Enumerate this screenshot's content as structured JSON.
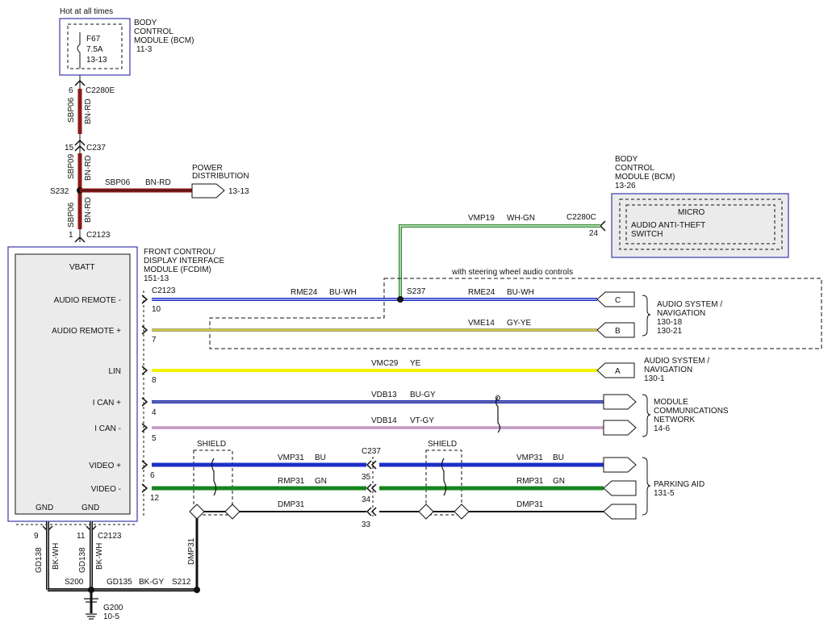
{
  "bcm_top": {
    "note": "Hot at all times",
    "fuse": {
      "name": "F67",
      "rating": "7.5A",
      "ref": "13-13"
    },
    "title": [
      "BODY",
      "CONTROL",
      "MODULE (BCM)",
      "11-3"
    ],
    "connector": "C2280E",
    "pin": "6"
  },
  "feed_wires": [
    {
      "code": "SBP06",
      "color": "BN-RD"
    },
    {
      "code": "SBP09",
      "color": "BN-RD"
    },
    {
      "code": "SBP06",
      "color": "BN-RD"
    }
  ],
  "c237_upper": {
    "name": "C237",
    "pin": "15"
  },
  "splice_s232": "S232",
  "power_branch": {
    "code": "SBP06",
    "color": "BN-RD",
    "dest": [
      "POWER",
      "DISTRIBUTION"
    ],
    "ref": "13-13"
  },
  "c2123_top": {
    "name": "C2123",
    "pin": "1"
  },
  "bcm_right": {
    "title": [
      "BODY",
      "CONTROL",
      "MODULE (BCM)",
      "13-26"
    ],
    "micro": "MICRO",
    "switch": [
      "AUDIO ANTI-THEFT",
      "SWITCH"
    ],
    "connector": "C2280C",
    "pin": "24",
    "wire_code": "VMP19",
    "wire_color": "WH-GN"
  },
  "fcdim": {
    "title": [
      "FRONT CONTROL/",
      "DISPLAY INTERFACE",
      "MODULE (FCDIM)",
      "151-13"
    ],
    "vbatt": "VBATT",
    "pins": [
      "AUDIO REMOTE -",
      "AUDIO REMOTE +",
      "LIN",
      "I CAN +",
      "I CAN -",
      "VIDEO +",
      "VIDEO -"
    ],
    "gnd": [
      "GND",
      "GND"
    ]
  },
  "steering_note": "with steering wheel audio controls",
  "c2123_right": "C2123",
  "splice_s237": "S237",
  "signal_wires": [
    {
      "pin": "10",
      "code": "RME24",
      "color": "BU-WH",
      "code2": "RME24",
      "color2": "BU-WH",
      "dest": "C"
    },
    {
      "pin": "7",
      "code": "VME14",
      "color": "GY-YE",
      "dest": "B"
    },
    {
      "pin": "8",
      "code": "VMC29",
      "color": "YE",
      "dest": "A"
    },
    {
      "pin": "4",
      "code": "VDB13",
      "color": "BU-GY"
    },
    {
      "pin": "5",
      "code": "VDB14",
      "color": "VT-GY"
    }
  ],
  "audio_nav_1": [
    "AUDIO SYSTEM /",
    "NAVIGATION",
    "130-18",
    "130-21"
  ],
  "audio_nav_2": [
    "AUDIO SYSTEM /",
    "NAVIGATION",
    "130-1"
  ],
  "module_comm": [
    "MODULE",
    "COMMUNICATIONS",
    "NETWORK",
    "14-6"
  ],
  "shield_label": "SHIELD",
  "c237_lower": "C237",
  "video_wires": [
    {
      "pin": "6",
      "code": "VMP31",
      "color": "BU",
      "pin2": "35",
      "code2": "VMP31",
      "color2": "BU"
    },
    {
      "pin": "12",
      "code": "RMP31",
      "color": "GN",
      "pin2": "34",
      "code2": "RMP31",
      "color2": "GN"
    },
    {
      "code": "DMP31",
      "pin2": "33",
      "code2": "DMP31"
    }
  ],
  "parking_aid": [
    "PARKING AID",
    "131-5"
  ],
  "ground": {
    "pins": [
      "9",
      "11"
    ],
    "connector": "C2123",
    "wires": [
      {
        "code": "GD138",
        "color": "BK-WH"
      },
      {
        "code": "GD138",
        "color": "BK-WH"
      }
    ],
    "splice_s200": "S200",
    "link": {
      "code": "GD135",
      "color": "BK-GY"
    },
    "splice_s212": "S212",
    "drain": "DMP31",
    "g200": "G200",
    "g200_ref": "10-5"
  },
  "colors": {
    "brown_red": "#8b1a1a",
    "blue": "#1e2fc8",
    "blue_white": "#1e2fc8",
    "gray_yellow": "#a9a47a",
    "yellow": "#f2f200",
    "blue_gray": "#2233bb",
    "violet_gray": "#d9a6d9",
    "green": "#14851e",
    "white_green": "#2e8b2e",
    "black": "#111111",
    "module_border": "#3a3aa8"
  }
}
